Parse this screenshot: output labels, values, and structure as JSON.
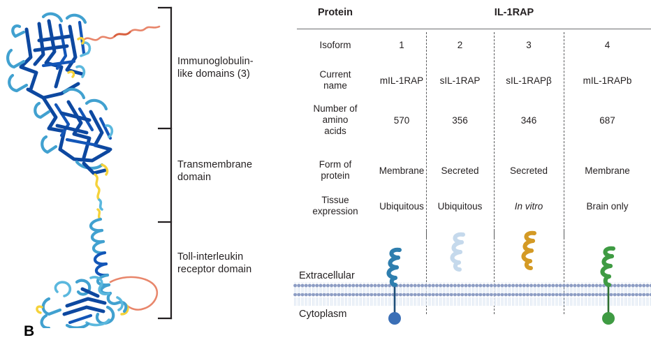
{
  "panel": {
    "letter": "B"
  },
  "structure": {
    "caption": "protein-ribbon-structure",
    "domains": [
      {
        "label": "Immunoglobulin-\nlike domains (3)"
      },
      {
        "label": "Transmembrane\ndomain"
      },
      {
        "label": "Toll-interleukin\nreceptor domain"
      }
    ],
    "colors": {
      "very_high_confidence": "#0d48a0",
      "confident": "#41a1d0",
      "low": "#f5d23a",
      "very_low": "#e8866b"
    }
  },
  "table": {
    "header": {
      "row_label": "Protein",
      "protein_name": "IL-1RAP"
    },
    "row_labels": [
      "Isoform",
      "Current\nname",
      "Number of\namino\nacids",
      "Form of\nprotein",
      "Tissue\nexpression"
    ],
    "columns": [
      {
        "isoform": "1",
        "current_name": "mIL-1RAP",
        "amino_acids": "570",
        "form": "Membrane",
        "tissue": "Ubiquitous",
        "tissue_italic": false,
        "icon_color": "#2e7eae",
        "ball_color": "#3b6fb6",
        "anchored": true
      },
      {
        "isoform": "2",
        "current_name": "sIL-1RAP",
        "amino_acids": "356",
        "form": "Secreted",
        "tissue": "Ubiquitous",
        "tissue_italic": false,
        "icon_color": "#c5d9ec",
        "ball_color": "#c5d9ec",
        "anchored": false
      },
      {
        "isoform": "3",
        "current_name": "sIL-1RAPβ",
        "amino_acids": "346",
        "form": "Secreted",
        "tissue": "In vitro",
        "tissue_italic": true,
        "icon_color": "#d49a25",
        "ball_color": "#d49a25",
        "anchored": false
      },
      {
        "isoform": "4",
        "current_name": "mIL-1RAPb",
        "amino_acids": "687",
        "form": "Membrane",
        "tissue": "Brain only",
        "tissue_italic": false,
        "icon_color": "#3f9b43",
        "ball_color": "#3f9b43",
        "anchored": true
      }
    ]
  },
  "membrane": {
    "extracellular_label": "Extracellular",
    "cytoplasm_label": "Cytoplasm",
    "headgroup_color": "#8d9dc4",
    "tail_color": "#dce6f2"
  }
}
